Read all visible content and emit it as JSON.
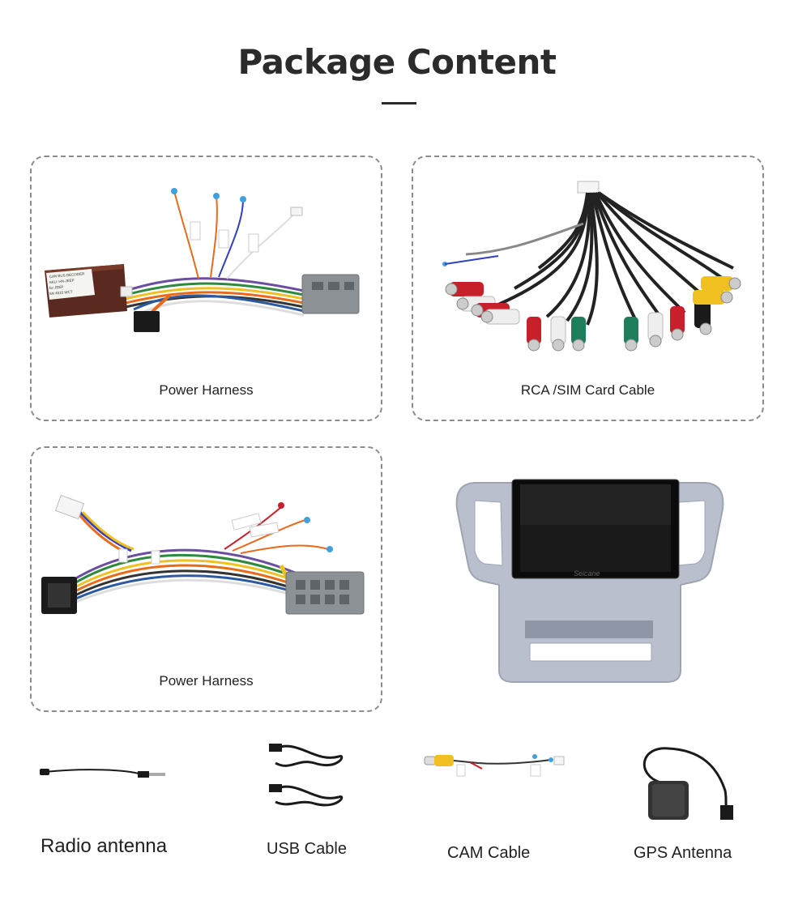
{
  "page": {
    "title": "Package Content"
  },
  "cards": [
    {
      "label": "Power Harness",
      "image": "power-harness-with-canbus-box"
    },
    {
      "label": "RCA /SIM Card Cable",
      "image": "rca-cable-bundle"
    },
    {
      "label": "Power Harness",
      "image": "power-harness"
    }
  ],
  "head_unit": {
    "image": "head-unit-with-silver-frame",
    "brand": "Seicane"
  },
  "canbus_box_text": [
    "CAN BUS DECODER",
    "SKU: HN-JEEP",
    "for JEEP",
    "SN 4510 WCT"
  ],
  "accessories": [
    {
      "label": "Radio antenna",
      "image": "radio-antenna"
    },
    {
      "label": "USB Cable",
      "image": "usb-cable"
    },
    {
      "label": "CAM Cable",
      "image": "cam-cable"
    },
    {
      "label": "GPS Antenna",
      "image": "gps-antenna"
    }
  ],
  "colors": {
    "red": "#c8202a",
    "white": "#eeeeee",
    "yellow": "#f0c020",
    "green": "#1e7d5a",
    "black": "#1a1a1a",
    "grey_plug": "#8c9196",
    "frame_silver": "#b9bfcc"
  }
}
